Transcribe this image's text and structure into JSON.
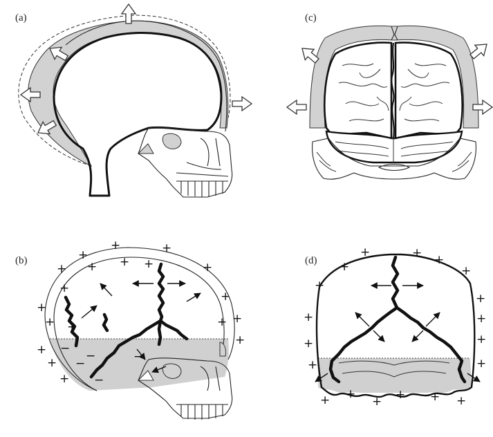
{
  "panels": [
    {
      "id": "a",
      "label": "(a)"
    },
    {
      "id": "b",
      "label": "(b)"
    },
    {
      "id": "c",
      "label": "(c)"
    },
    {
      "id": "d",
      "label": "(d)"
    }
  ],
  "signs": {
    "plus": "+",
    "minus": "−"
  },
  "colors": {
    "stroke": "#111111",
    "gray_fill": "#d2d2d2",
    "arrow_fill": "#ffffff"
  },
  "icons": {
    "growth_arrow": "hollow-block-arrow-icon",
    "vector_arrow": "thin-arrow-icon"
  }
}
